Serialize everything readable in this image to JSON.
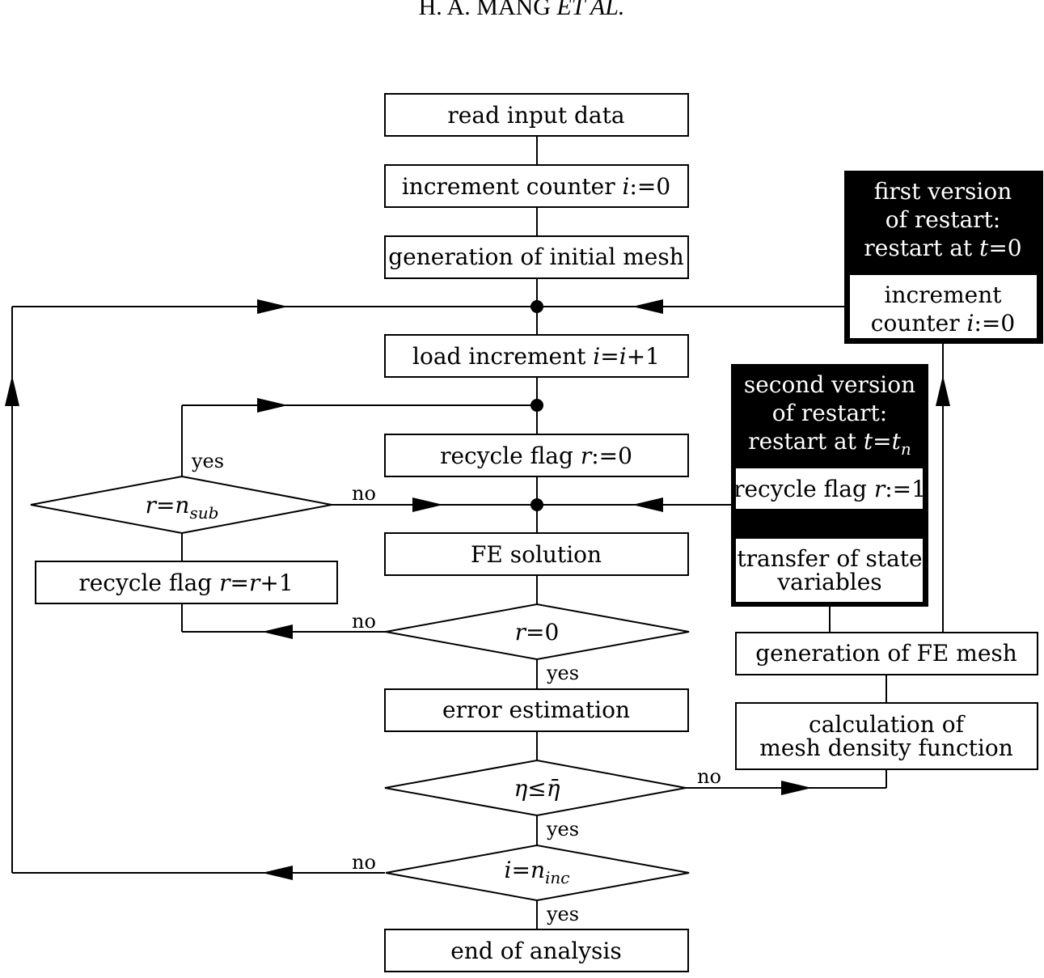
{
  "header": {
    "text": "H. A. MANG",
    "etal": "ET AL."
  },
  "boxes": {
    "read_input": "read input data",
    "inc_counter_main_prefix": "increment counter ",
    "inc_counter_main_var": "i",
    "inc_counter_main_suffix": ":=0",
    "gen_initial_mesh": "generation of initial mesh",
    "load_inc_prefix": "load increment ",
    "load_inc_expr": "i",
    "load_inc_eq": "=",
    "load_inc_expr2": "i",
    "load_inc_suffix": "+1",
    "recycle_flag_prefix": "recycle flag ",
    "recycle_flag_var": "r",
    "recycle_flag_suffix": ":=0",
    "fe_solution": "FE solution",
    "recycle_inc_prefix": "recycle flag ",
    "recycle_inc_var": "r",
    "recycle_inc_eq": "=",
    "recycle_inc_var2": "r",
    "recycle_inc_suffix": "+1",
    "error_estimation": "error estimation",
    "end_of_analysis": "end of analysis",
    "gen_fe_mesh": "generation of FE mesh",
    "calc_density_1": "calculation of",
    "calc_density_2": "mesh density function"
  },
  "decisions": {
    "r_nsub_var": "r",
    "r_nsub_eq": "=",
    "r_nsub_n": "n",
    "r_nsub_sub": "sub",
    "r0_var": "r",
    "r0_suffix": "=0",
    "eta_lhs": "η",
    "eta_op": "≤",
    "eta_rhs": "η̄",
    "i_ninc_var": "i",
    "i_ninc_eq": "=",
    "i_ninc_n": "n",
    "i_ninc_sub": "inc"
  },
  "restart1": {
    "title_1": "first version",
    "title_2": "of restart:",
    "title_3_prefix": "restart at ",
    "title_3_var": "t",
    "title_3_suffix": "=0",
    "inner_1": "increment",
    "inner_2_prefix": "counter ",
    "inner_2_var": "i",
    "inner_2_suffix": ":=0"
  },
  "restart2": {
    "title_1": "second version",
    "title_2": "of restart:",
    "title_3_prefix": "restart at ",
    "title_3_var": "t",
    "title_3_eq": "=",
    "title_3_var2": "t",
    "title_3_sub": "n",
    "flag_prefix": "recycle flag ",
    "flag_var": "r",
    "flag_suffix": ":=1",
    "transfer_1": "transfer of state",
    "transfer_2": "variables"
  },
  "edge_labels": {
    "yes_rnsub": "yes",
    "no_rnsub": "no",
    "no_r0": "no",
    "yes_r0": "yes",
    "no_eta": "no",
    "yes_eta": "yes",
    "no_ninc": "no",
    "yes_ninc": "yes"
  }
}
